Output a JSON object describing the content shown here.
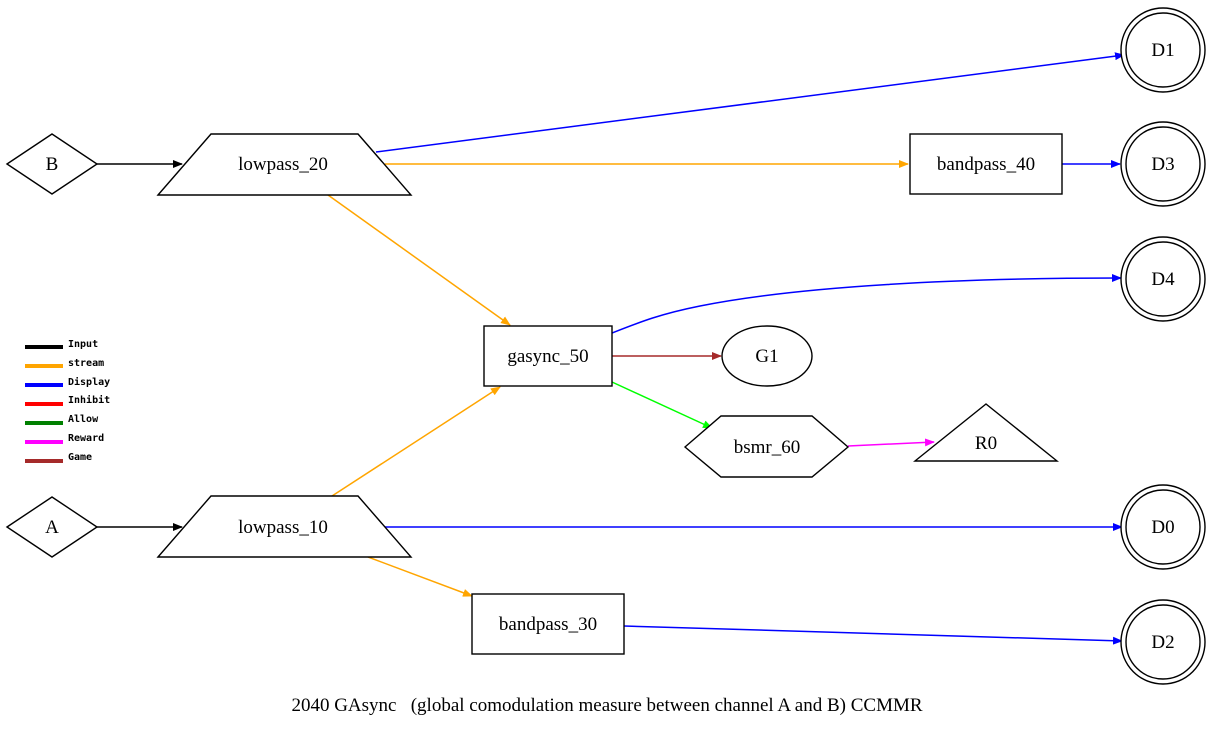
{
  "diagram": {
    "caption": "2040 GAsync   (global comodulation measure between channel A and B) CCMMR",
    "nodes": {
      "B": "B",
      "A": "A",
      "lowpass_20": "lowpass_20",
      "lowpass_10": "lowpass_10",
      "bandpass_40": "bandpass_40",
      "bandpass_30": "bandpass_30",
      "gasync_50": "gasync_50",
      "G1": "G1",
      "bsmr_60": "bsmr_60",
      "R0": "R0",
      "D1": "D1",
      "D3": "D3",
      "D4": "D4",
      "D0": "D0",
      "D2": "D2"
    }
  },
  "legend": {
    "items": [
      {
        "label": "Input",
        "color": "#000000"
      },
      {
        "label": "stream",
        "color": "#FFA500"
      },
      {
        "label": "Display",
        "color": "#0000FF"
      },
      {
        "label": "Inhibit",
        "color": "#FF0000"
      },
      {
        "label": "Allow",
        "color": "#008000"
      },
      {
        "label": "Reward",
        "color": "#FF00FF"
      },
      {
        "label": "Game",
        "color": "#A52A2A"
      }
    ]
  },
  "colors": {
    "input": "#000000",
    "stream": "#FFA500",
    "display": "#0000FF",
    "allow": "#00FF00",
    "reward": "#FF00FF",
    "game": "#A52A2A"
  }
}
